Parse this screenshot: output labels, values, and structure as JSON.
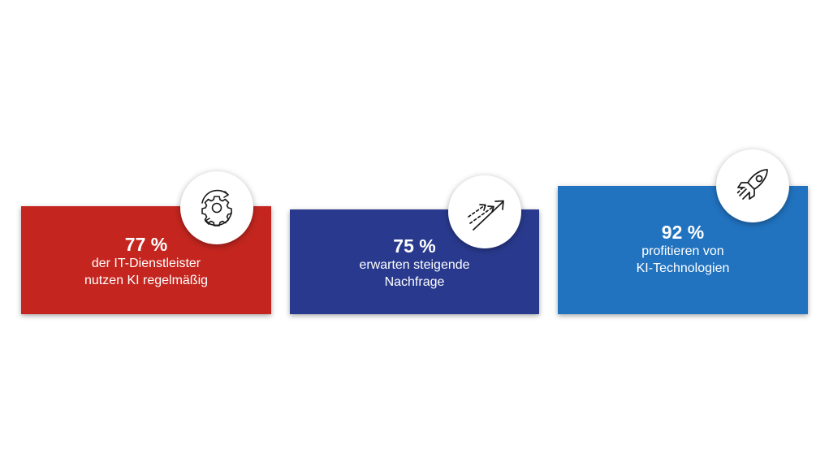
{
  "colors": {
    "card1": "#c4261f",
    "card2": "#293a8e",
    "card3": "#2173c0",
    "icon_stroke": "#1a1a1a"
  },
  "cards": [
    {
      "stat": "77 %",
      "line1": "der IT-Dienstleister",
      "line2": "nutzen KI regelmäßig",
      "icon": "gear-cycle-icon"
    },
    {
      "stat": "75 %",
      "line1": "erwarten steigende",
      "line2": "Nachfrage",
      "icon": "rising-arrows-icon"
    },
    {
      "stat": "92 %",
      "line1": "profitieren von",
      "line2": "KI-Technologien",
      "icon": "rocket-icon"
    }
  ]
}
